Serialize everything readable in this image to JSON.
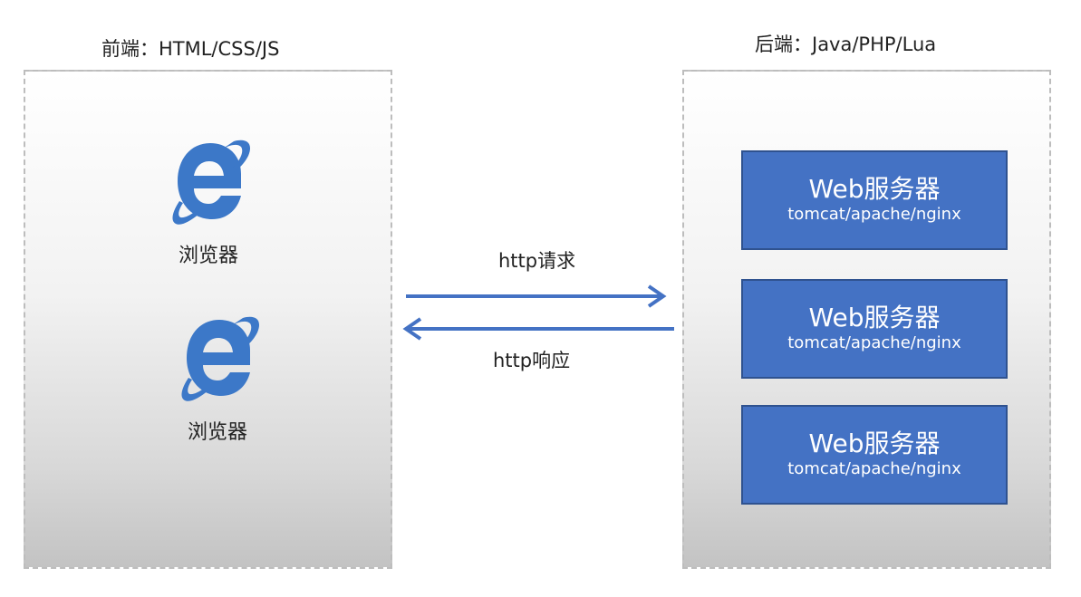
{
  "frontend": {
    "title": "前端：HTML/CSS/JS",
    "browsers": [
      {
        "label": "浏览器",
        "icon": "ie-browser-icon"
      },
      {
        "label": "浏览器",
        "icon": "ie-browser-icon"
      }
    ]
  },
  "backend": {
    "title": "后端：Java/PHP/Lua",
    "servers": [
      {
        "name": "Web服务器",
        "sub": "tomcat/apache/nginx"
      },
      {
        "name": "Web服务器",
        "sub": "tomcat/apache/nginx"
      },
      {
        "name": "Web服务器",
        "sub": "tomcat/apache/nginx"
      }
    ]
  },
  "arrows": {
    "request_label": "http请求",
    "response_label": "http响应"
  },
  "colors": {
    "server_fill": "#4472c4",
    "server_border": "#2f528f",
    "arrow": "#4472c4",
    "ie_icon": "#3c78c8"
  }
}
